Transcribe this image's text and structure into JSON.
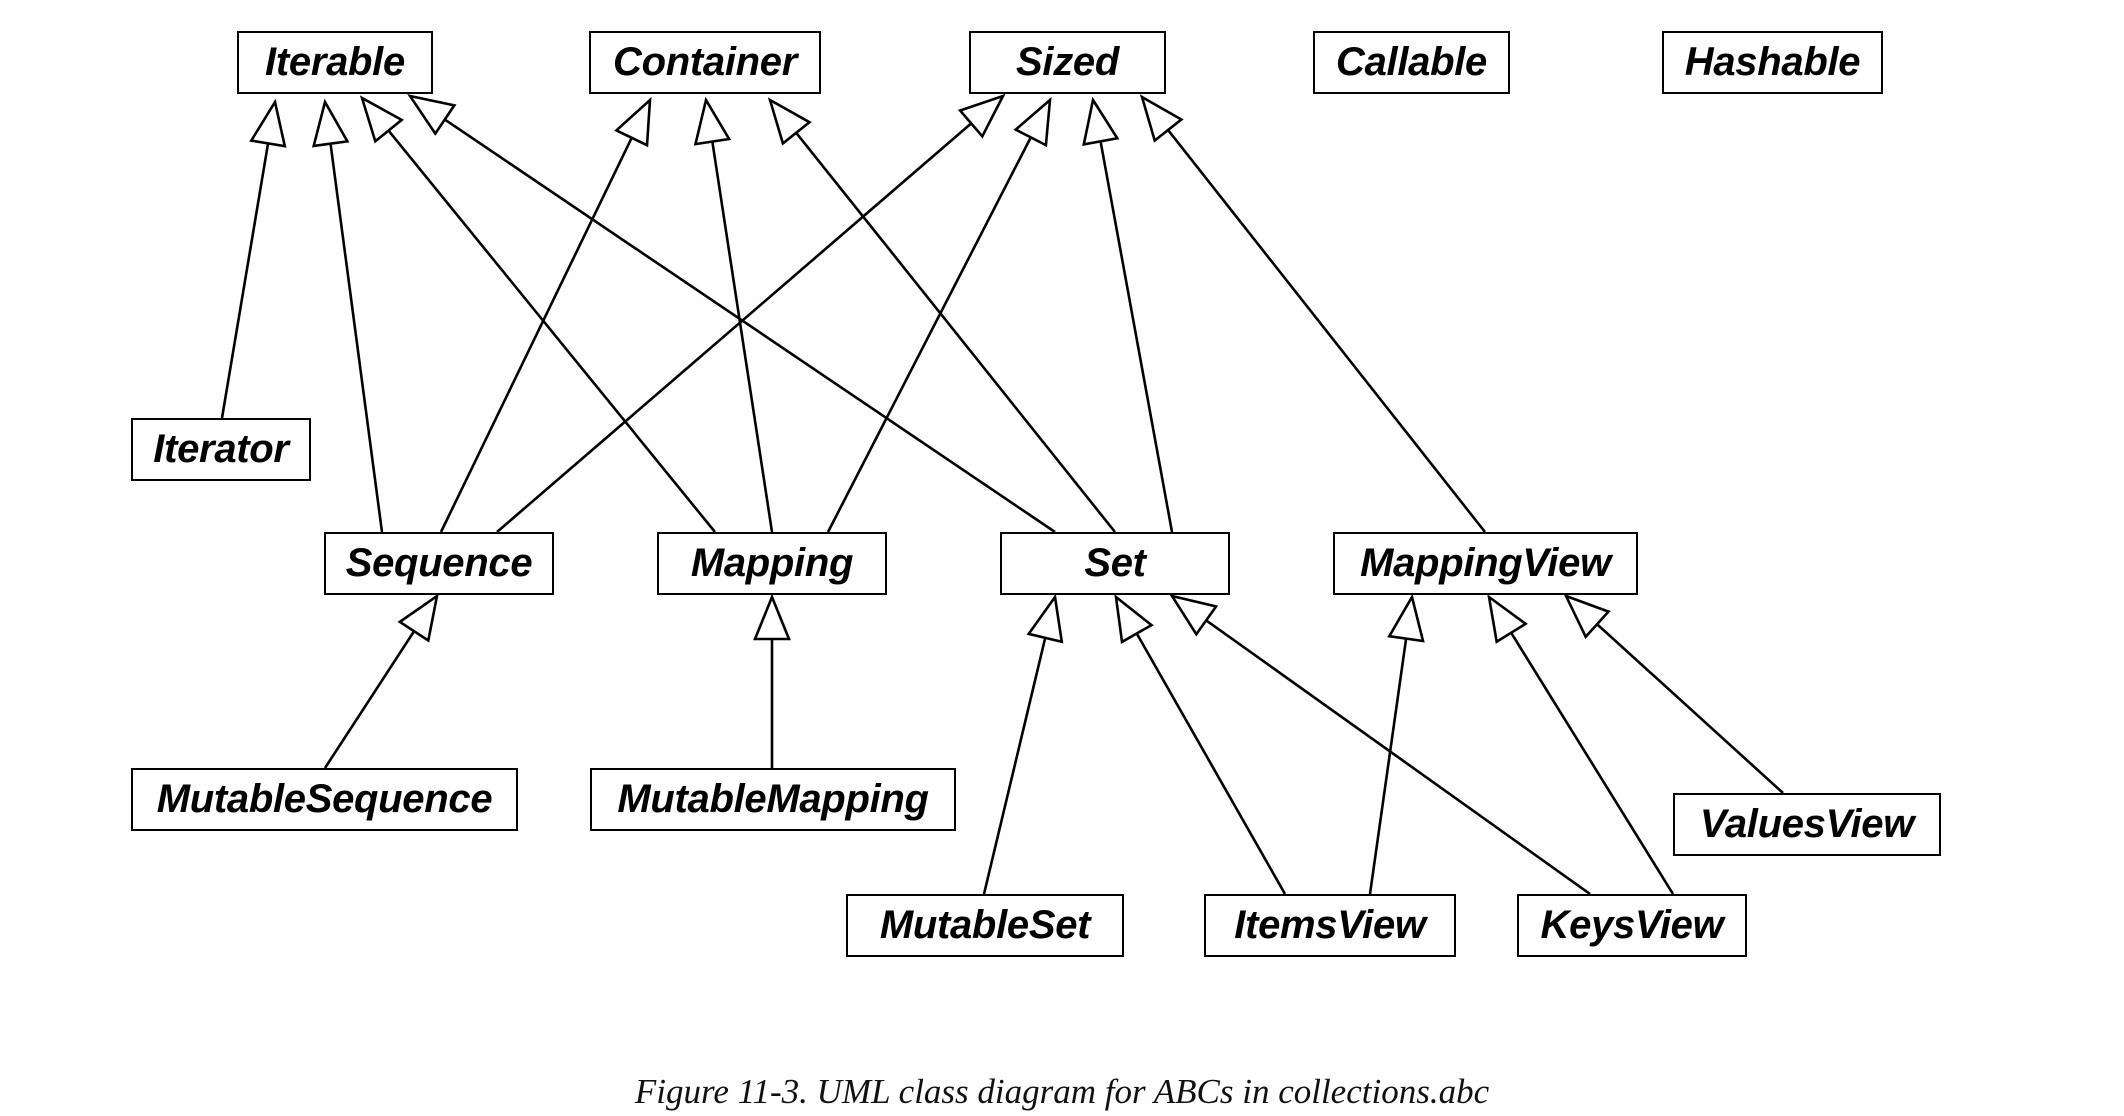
{
  "classes": [
    {
      "id": "Iterable",
      "label": "Iterable"
    },
    {
      "id": "Container",
      "label": "Container"
    },
    {
      "id": "Sized",
      "label": "Sized"
    },
    {
      "id": "Callable",
      "label": "Callable"
    },
    {
      "id": "Hashable",
      "label": "Hashable"
    },
    {
      "id": "Iterator",
      "label": "Iterator"
    },
    {
      "id": "Sequence",
      "label": "Sequence"
    },
    {
      "id": "Mapping",
      "label": "Mapping"
    },
    {
      "id": "Set",
      "label": "Set"
    },
    {
      "id": "MappingView",
      "label": "MappingView"
    },
    {
      "id": "MutableSequence",
      "label": "MutableSequence"
    },
    {
      "id": "MutableMapping",
      "label": "MutableMapping"
    },
    {
      "id": "MutableSet",
      "label": "MutableSet"
    },
    {
      "id": "ItemsView",
      "label": "ItemsView"
    },
    {
      "id": "KeysView",
      "label": "KeysView"
    },
    {
      "id": "ValuesView",
      "label": "ValuesView"
    }
  ],
  "inheritance": [
    {
      "child": "Iterator",
      "parent": "Iterable"
    },
    {
      "child": "Sequence",
      "parent": "Iterable"
    },
    {
      "child": "Mapping",
      "parent": "Iterable"
    },
    {
      "child": "Set",
      "parent": "Iterable"
    },
    {
      "child": "Sequence",
      "parent": "Container"
    },
    {
      "child": "Mapping",
      "parent": "Container"
    },
    {
      "child": "Set",
      "parent": "Container"
    },
    {
      "child": "Sequence",
      "parent": "Sized"
    },
    {
      "child": "Mapping",
      "parent": "Sized"
    },
    {
      "child": "Set",
      "parent": "Sized"
    },
    {
      "child": "MappingView",
      "parent": "Sized"
    },
    {
      "child": "MutableSequence",
      "parent": "Sequence"
    },
    {
      "child": "MutableMapping",
      "parent": "Mapping"
    },
    {
      "child": "MutableSet",
      "parent": "Set"
    },
    {
      "child": "ItemsView",
      "parent": "Set"
    },
    {
      "child": "KeysView",
      "parent": "Set"
    },
    {
      "child": "ItemsView",
      "parent": "MappingView"
    },
    {
      "child": "KeysView",
      "parent": "MappingView"
    },
    {
      "child": "ValuesView",
      "parent": "MappingView"
    }
  ],
  "caption": "Figure 11-3. UML class diagram for ABCs in collections.abc"
}
